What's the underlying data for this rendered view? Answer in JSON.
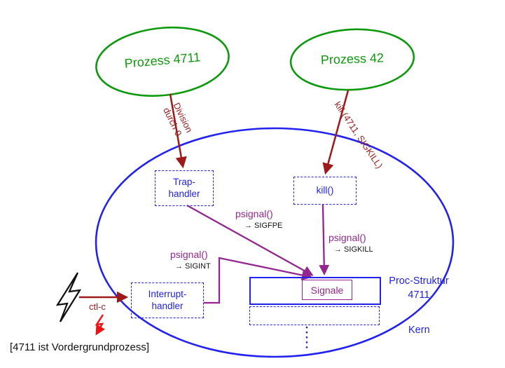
{
  "diagram": {
    "process_left": "Prozess 4711",
    "process_right": "Prozess 42",
    "trap_handler": "Trap-\nhandler",
    "kill_fn": "kill()",
    "interrupt_handler": "Interrupt-\nhandler",
    "signale": "Signale",
    "proc_struktur": "Proc-Struktur\n4711",
    "kern": "Kern",
    "division_label": "Division\ndurch 0",
    "kill_call_label": "kill (4711, SIGKILL)",
    "psignal_trap": "psignal()",
    "sigfpe": "→ SIGFPE",
    "psignal_kill": "psignal()",
    "sigkill": "→ SIGKILL",
    "psignal_interrupt": "psignal()",
    "sigint": "→ SIGINT",
    "ctl_c": "ctl-c",
    "footnote": "[4711 ist Vordergrundprozess]"
  },
  "colors": {
    "green": "#0d990d",
    "blue": "#2222ee",
    "purple": "#93278f",
    "dark_red": "#9e1a1a",
    "red": "#ee1111",
    "black": "#111111"
  }
}
